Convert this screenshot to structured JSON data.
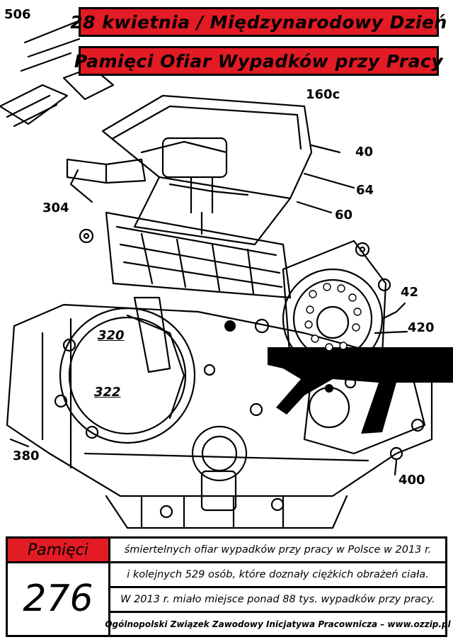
{
  "title": {
    "line1": "28 kwietnia / Międzynarodowy Dzień",
    "line2": "Pamięci Ofiar Wypadków przy Pracy"
  },
  "drawing": {
    "callouts": {
      "c506": "506",
      "c160c": "160c",
      "c40": "40",
      "c64": "64",
      "c304": "304",
      "c60": "60",
      "c42": "42",
      "c420": "420",
      "c320": "320",
      "c322": "322",
      "c380": "380",
      "c400": "400"
    }
  },
  "footer": {
    "heading": "Pamięci",
    "number": "276",
    "line1": "śmiertelnych ofiar wypadków przy pracy w Polsce w 2013 r.",
    "line2": "i kolejnych 529 osób, które doznały ciężkich obrażeń ciała.",
    "line3": "W 2013 r. miało miejsce ponad 88 tys. wypadków przy pracy.",
    "line4": "Ogólnopolski Związek Zawodowy Inicjatywa Pracownicza – www.ozzip.pl"
  },
  "colors": {
    "accent_red": "#e21b24",
    "ink": "#000000",
    "paper": "#ffffff"
  }
}
